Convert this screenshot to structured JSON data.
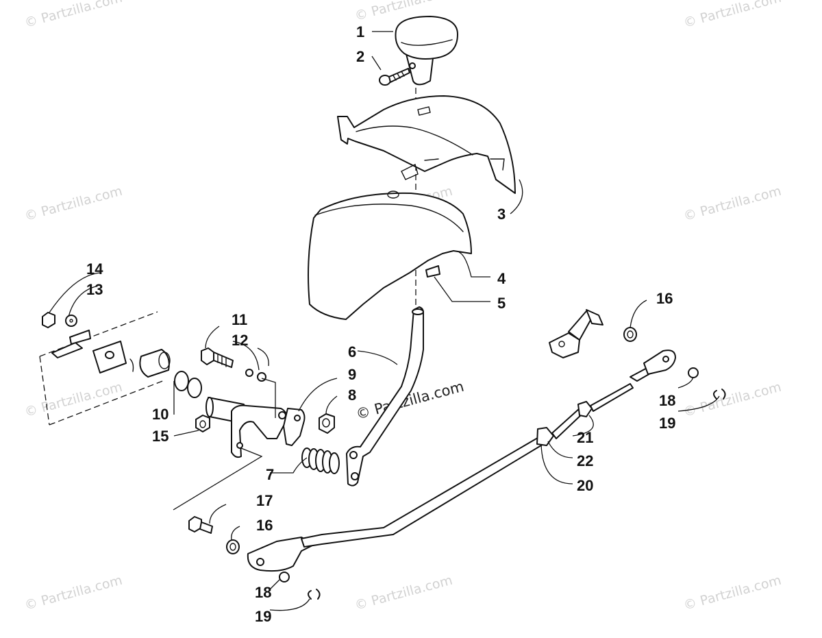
{
  "watermark": {
    "text": "© Partzilla.com",
    "center_text": "© Partzilla.com",
    "color": "#d2d2d2"
  },
  "callouts": {
    "c1": "1",
    "c2": "2",
    "c3": "3",
    "c4": "4",
    "c5": "5",
    "c6": "6",
    "c7": "7",
    "c8": "8",
    "c9": "9",
    "c10": "10",
    "c11": "11",
    "c12": "12",
    "c13": "13",
    "c14": "14",
    "c15": "15",
    "c16a": "16",
    "c16b": "16",
    "c17": "17",
    "c18a": "18",
    "c18b": "18",
    "c19a": "19",
    "c19b": "19",
    "c20": "20",
    "c21": "21",
    "c22": "22"
  },
  "icons": {
    "knob": "shift-knob-icon",
    "boot": "shift-boot-icon",
    "lever": "shift-lever-icon",
    "rod": "shift-rod-icon"
  }
}
